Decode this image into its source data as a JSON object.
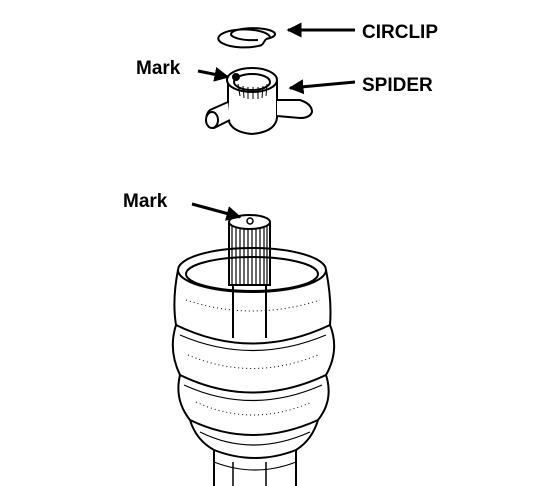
{
  "labels": {
    "circlip": "CIRCLIP",
    "spider": "SPIDER",
    "mark_spider": "Mark",
    "mark_shaft": "Mark"
  },
  "colors": {
    "ink": "#000000",
    "paper": "#ffffff"
  }
}
